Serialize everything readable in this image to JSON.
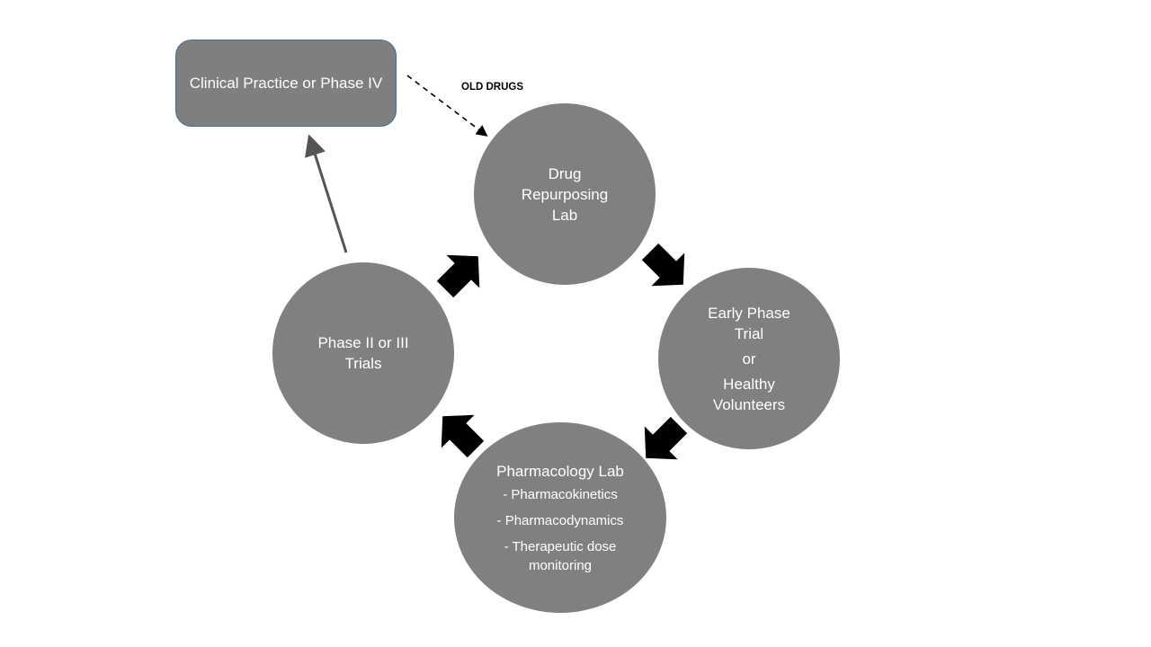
{
  "nodes": {
    "clinical": "Clinical Practice or Phase IV",
    "repurposing": [
      "Drug",
      "Repurposing",
      "Lab"
    ],
    "early": [
      "Early Phase",
      "Trial",
      "or",
      "Healthy",
      "Volunteers"
    ],
    "pharm": {
      "title": "Pharmacology Lab",
      "items": [
        "- Pharmacokinetics",
        "- Pharmacodynamics",
        "- Therapeutic dose",
        "monitoring"
      ]
    },
    "phase23": [
      "Phase II or III",
      "Trials"
    ]
  },
  "labels": {
    "old_drugs": "OLD DRUGS"
  },
  "colors": {
    "node_fill": "#808080",
    "box_border": "#41719c",
    "arrow": "#000000"
  }
}
